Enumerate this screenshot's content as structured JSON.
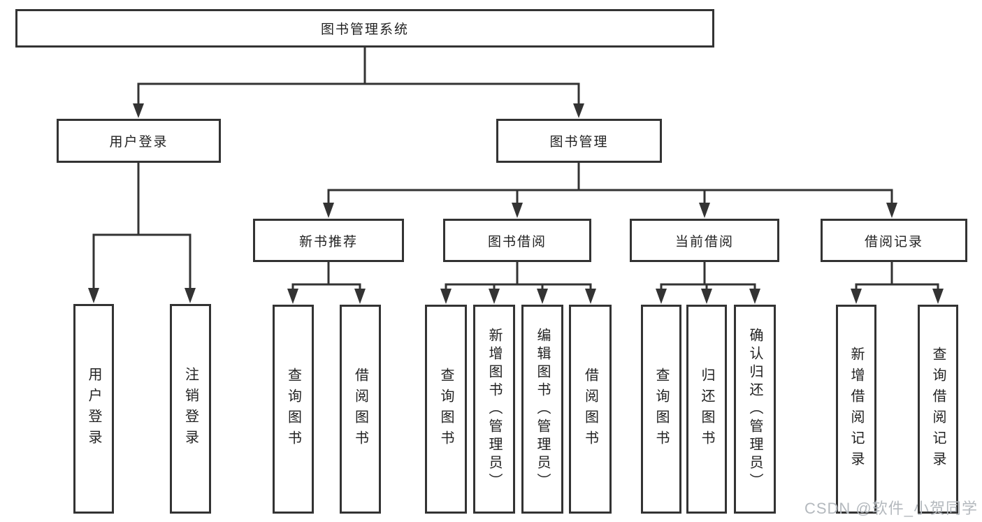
{
  "diagram_title": "图书管理系统",
  "tree": {
    "root": {
      "label": "图书管理系统"
    },
    "level2": [
      {
        "label": "用户登录",
        "children": [
          {
            "label": "用户登录"
          },
          {
            "label": "注销登录"
          }
        ]
      },
      {
        "label": "图书管理",
        "children": [
          {
            "label": "新书推荐",
            "children": [
              {
                "label": "查询图书"
              },
              {
                "label": "借阅图书"
              }
            ]
          },
          {
            "label": "图书借阅",
            "children": [
              {
                "label": "查询图书"
              },
              {
                "label": "新增图书（管理员）"
              },
              {
                "label": "编辑图书（管理员）"
              },
              {
                "label": "借阅图书"
              }
            ]
          },
          {
            "label": "当前借阅",
            "children": [
              {
                "label": "查询图书"
              },
              {
                "label": "归还图书"
              },
              {
                "label": "确认归还（管理员）"
              }
            ]
          },
          {
            "label": "借阅记录",
            "children": [
              {
                "label": "新增借阅记录"
              },
              {
                "label": "查询借阅记录"
              }
            ]
          }
        ]
      }
    ]
  },
  "watermark": {
    "text": "CSDN @软件_小贺同学"
  },
  "colors": {
    "line": "#333333",
    "box-border": "#333333",
    "text": "#222222",
    "background": "#ffffff",
    "watermark": "#b4b9be"
  }
}
